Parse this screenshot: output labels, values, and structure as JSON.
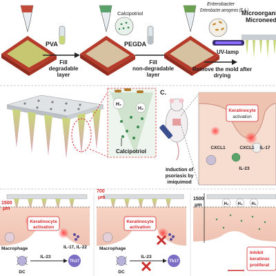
{
  "fabrication": {
    "pva_label": "PVA",
    "calcipotriol_label": "Calcipotriol",
    "pegda_label": "PEGDA",
    "bacteria_label": "Enterobacter aerogenes (E.A.)",
    "step1_caption": [
      "Fill",
      "degradable",
      "layer"
    ],
    "step2_caption": [
      "Fill",
      "non-degradable",
      "layer"
    ],
    "uv_label": "UV-lamp",
    "step3_caption": [
      "Remove the mold after",
      "drying"
    ],
    "product_title": [
      "Microorgani",
      "Microneed"
    ]
  },
  "panel_b": {
    "h2_label": "H₂",
    "calcipotriol_label": "Calcipotriol"
  },
  "panel_c": {
    "letter": "C.",
    "induction_caption": [
      "Induction of",
      "psoriasis by",
      "imiquimod"
    ],
    "keratinocyte_label": [
      "Keratinocyte",
      "activation"
    ],
    "cytokines": {
      "cxcl1_left": "CXCL1",
      "cxcl1_right": "CXCL1",
      "il17": "IL-17",
      "il23": "IL-23"
    }
  },
  "panel_d1": {
    "depth_label": [
      "1500",
      "μm"
    ],
    "keratinocyte_label": [
      "Keratinocyte",
      "activation"
    ],
    "macrophage_label": "Macrophage",
    "cytokines_label": "IL-17, IL-22",
    "dc_label": "DC",
    "il23_label": "IL-23",
    "th17_label": "Th17"
  },
  "panel_d2": {
    "depth_label": [
      "700",
      "μm"
    ],
    "keratinocyte_label": [
      "Keratinocyte",
      "activation"
    ],
    "macrophage_label": "Macrophage",
    "dc_label": "DC",
    "il23_label": "IL-23",
    "th17_label": "Th17"
  },
  "panel_d3": {
    "depth_label": [
      "1500",
      "μm"
    ],
    "h2_label": "H₂",
    "inhibit_label": [
      "Inhibit",
      "keratinoc",
      "proliferat"
    ]
  }
}
